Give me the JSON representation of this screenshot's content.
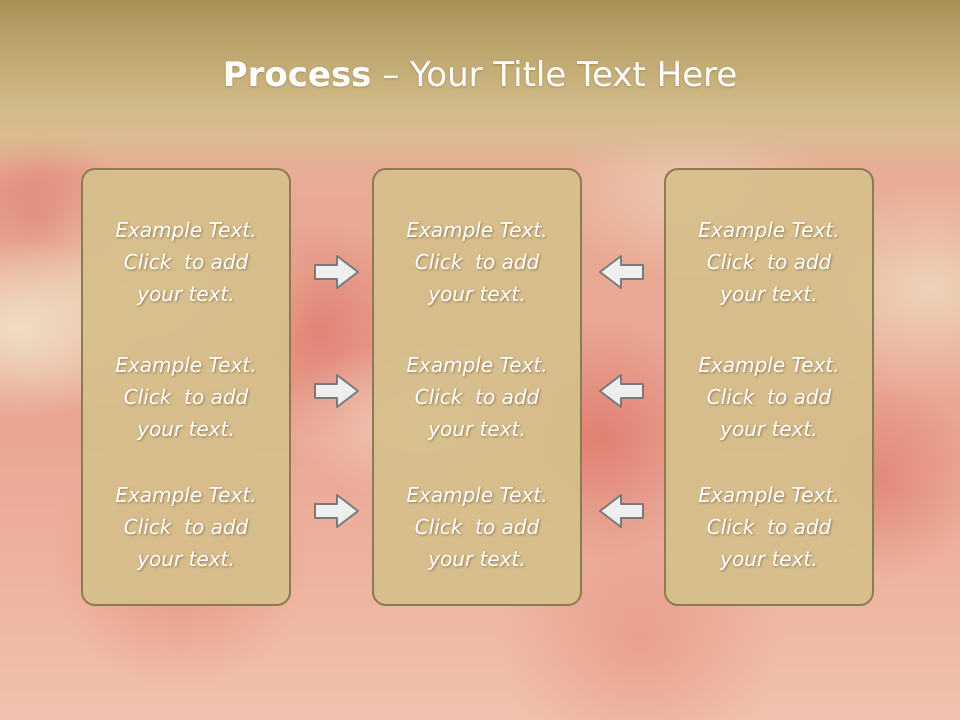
{
  "title": {
    "bold": "Process",
    "rest": " – Your Title Text Here"
  },
  "columns": [
    {
      "items": [
        {
          "line1": "Example Text.",
          "line2": "Click  to add",
          "line3": "your text."
        },
        {
          "line1": "Example Text.",
          "line2": "Click  to add",
          "line3": "your text."
        },
        {
          "line1": "Example Text.",
          "line2": "Click  to add",
          "line3": "your text."
        }
      ]
    },
    {
      "items": [
        {
          "line1": "Example Text.",
          "line2": "Click  to add",
          "line3": "your text."
        },
        {
          "line1": "Example Text.",
          "line2": "Click  to add",
          "line3": "your text."
        },
        {
          "line1": "Example Text.",
          "line2": "Click  to add",
          "line3": "your text."
        }
      ]
    },
    {
      "items": [
        {
          "line1": "Example Text.",
          "line2": "Click  to add",
          "line3": "your text."
        },
        {
          "line1": "Example Text.",
          "line2": "Click  to add",
          "line3": "your text."
        },
        {
          "line1": "Example Text.",
          "line2": "Click  to add",
          "line3": "your text."
        }
      ]
    }
  ],
  "arrows": {
    "left_to_middle": [
      "arrow-right-icon",
      "arrow-right-icon",
      "arrow-right-icon"
    ],
    "right_to_middle": [
      "arrow-left-icon",
      "arrow-left-icon",
      "arrow-left-icon"
    ]
  },
  "colors": {
    "header": "#b8a168",
    "box_fill": "#d6be8c",
    "box_border": "#8c7a52",
    "arrow_fill": "#eeeeee",
    "arrow_stroke": "#7a7a7a",
    "text": "#ffffff"
  }
}
